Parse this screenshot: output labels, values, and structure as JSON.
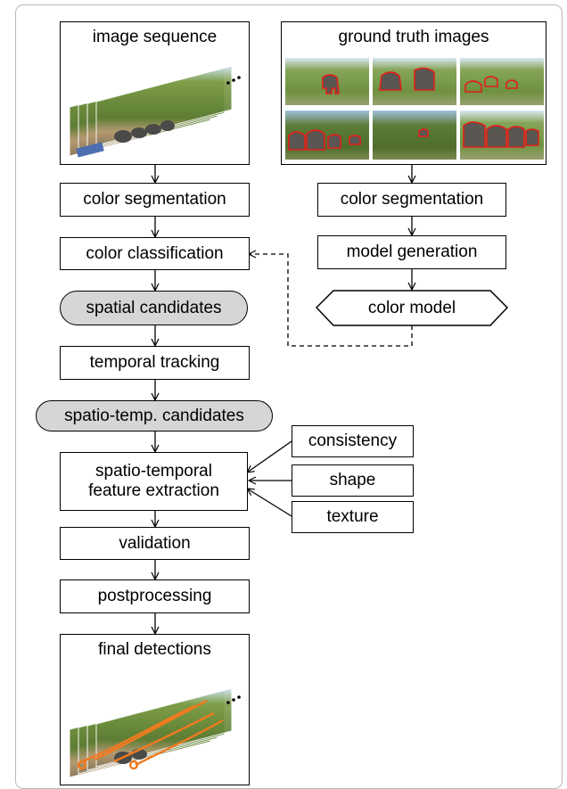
{
  "panels": {
    "image_sequence": {
      "title": "image sequence"
    },
    "ground_truth": {
      "title": "ground truth images"
    },
    "final_detections": {
      "title": "final detections"
    }
  },
  "left_steps": {
    "color_segmentation": "color segmentation",
    "color_classification": "color classification",
    "spatial_candidates": "spatial candidates",
    "temporal_tracking": "temporal tracking",
    "spatio_temp_candidates": "spatio-temp. candidates",
    "feature_extraction": "spatio-temporal\nfeature extraction",
    "validation": "validation",
    "postprocessing": "postprocessing"
  },
  "right_steps": {
    "color_segmentation": "color segmentation",
    "model_generation": "model generation",
    "color_model": "color model"
  },
  "features": {
    "consistency": "consistency",
    "shape": "shape",
    "texture": "texture"
  },
  "colors": {
    "candidate_fill": "#d6d6d6",
    "ground_truth_outline": "#e0201a",
    "detection_track": "#f07a1e",
    "vegetation": "#6f8f3a",
    "sky": "#cfe3f2"
  }
}
